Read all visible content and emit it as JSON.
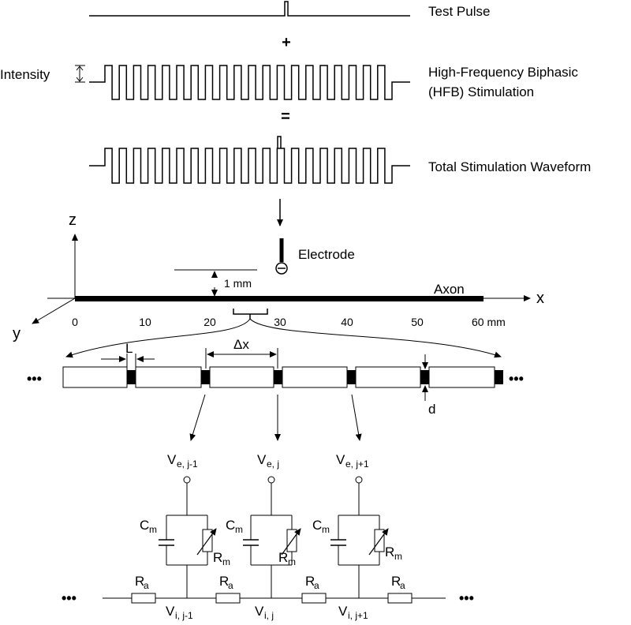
{
  "waveforms": {
    "test_pulse_label": "Test Pulse",
    "plus_sign": "+",
    "hfb_label_line1": "High-Frequency Biphasic",
    "hfb_label_line2": "(HFB) Stimulation",
    "intensity_label": "Intensity",
    "equals_sign": "=",
    "total_label": "Total Stimulation Waveform"
  },
  "axes": {
    "z_label": "z",
    "x_label": "x",
    "y_label": "y",
    "ticks": [
      "0",
      "10",
      "20",
      "30",
      "40",
      "50",
      "60 mm"
    ]
  },
  "labels": {
    "electrode": "Electrode",
    "distance": "1 mm",
    "axon": "Axon",
    "node_length": "L",
    "internode": "Δx",
    "diameter": "d",
    "ellipsis": "•••"
  },
  "circuit": {
    "ve_main": "V",
    "ve_subs": [
      "e, j-1",
      "e, j",
      "e, j+1"
    ],
    "vi_main": "V",
    "vi_subs": [
      "i, j-1",
      "i, j",
      "i, j+1"
    ],
    "cm_main": "C",
    "cm_sub": "m",
    "rm_main": "R",
    "rm_sub": "m",
    "ra_main": "R",
    "ra_sub": "a"
  }
}
